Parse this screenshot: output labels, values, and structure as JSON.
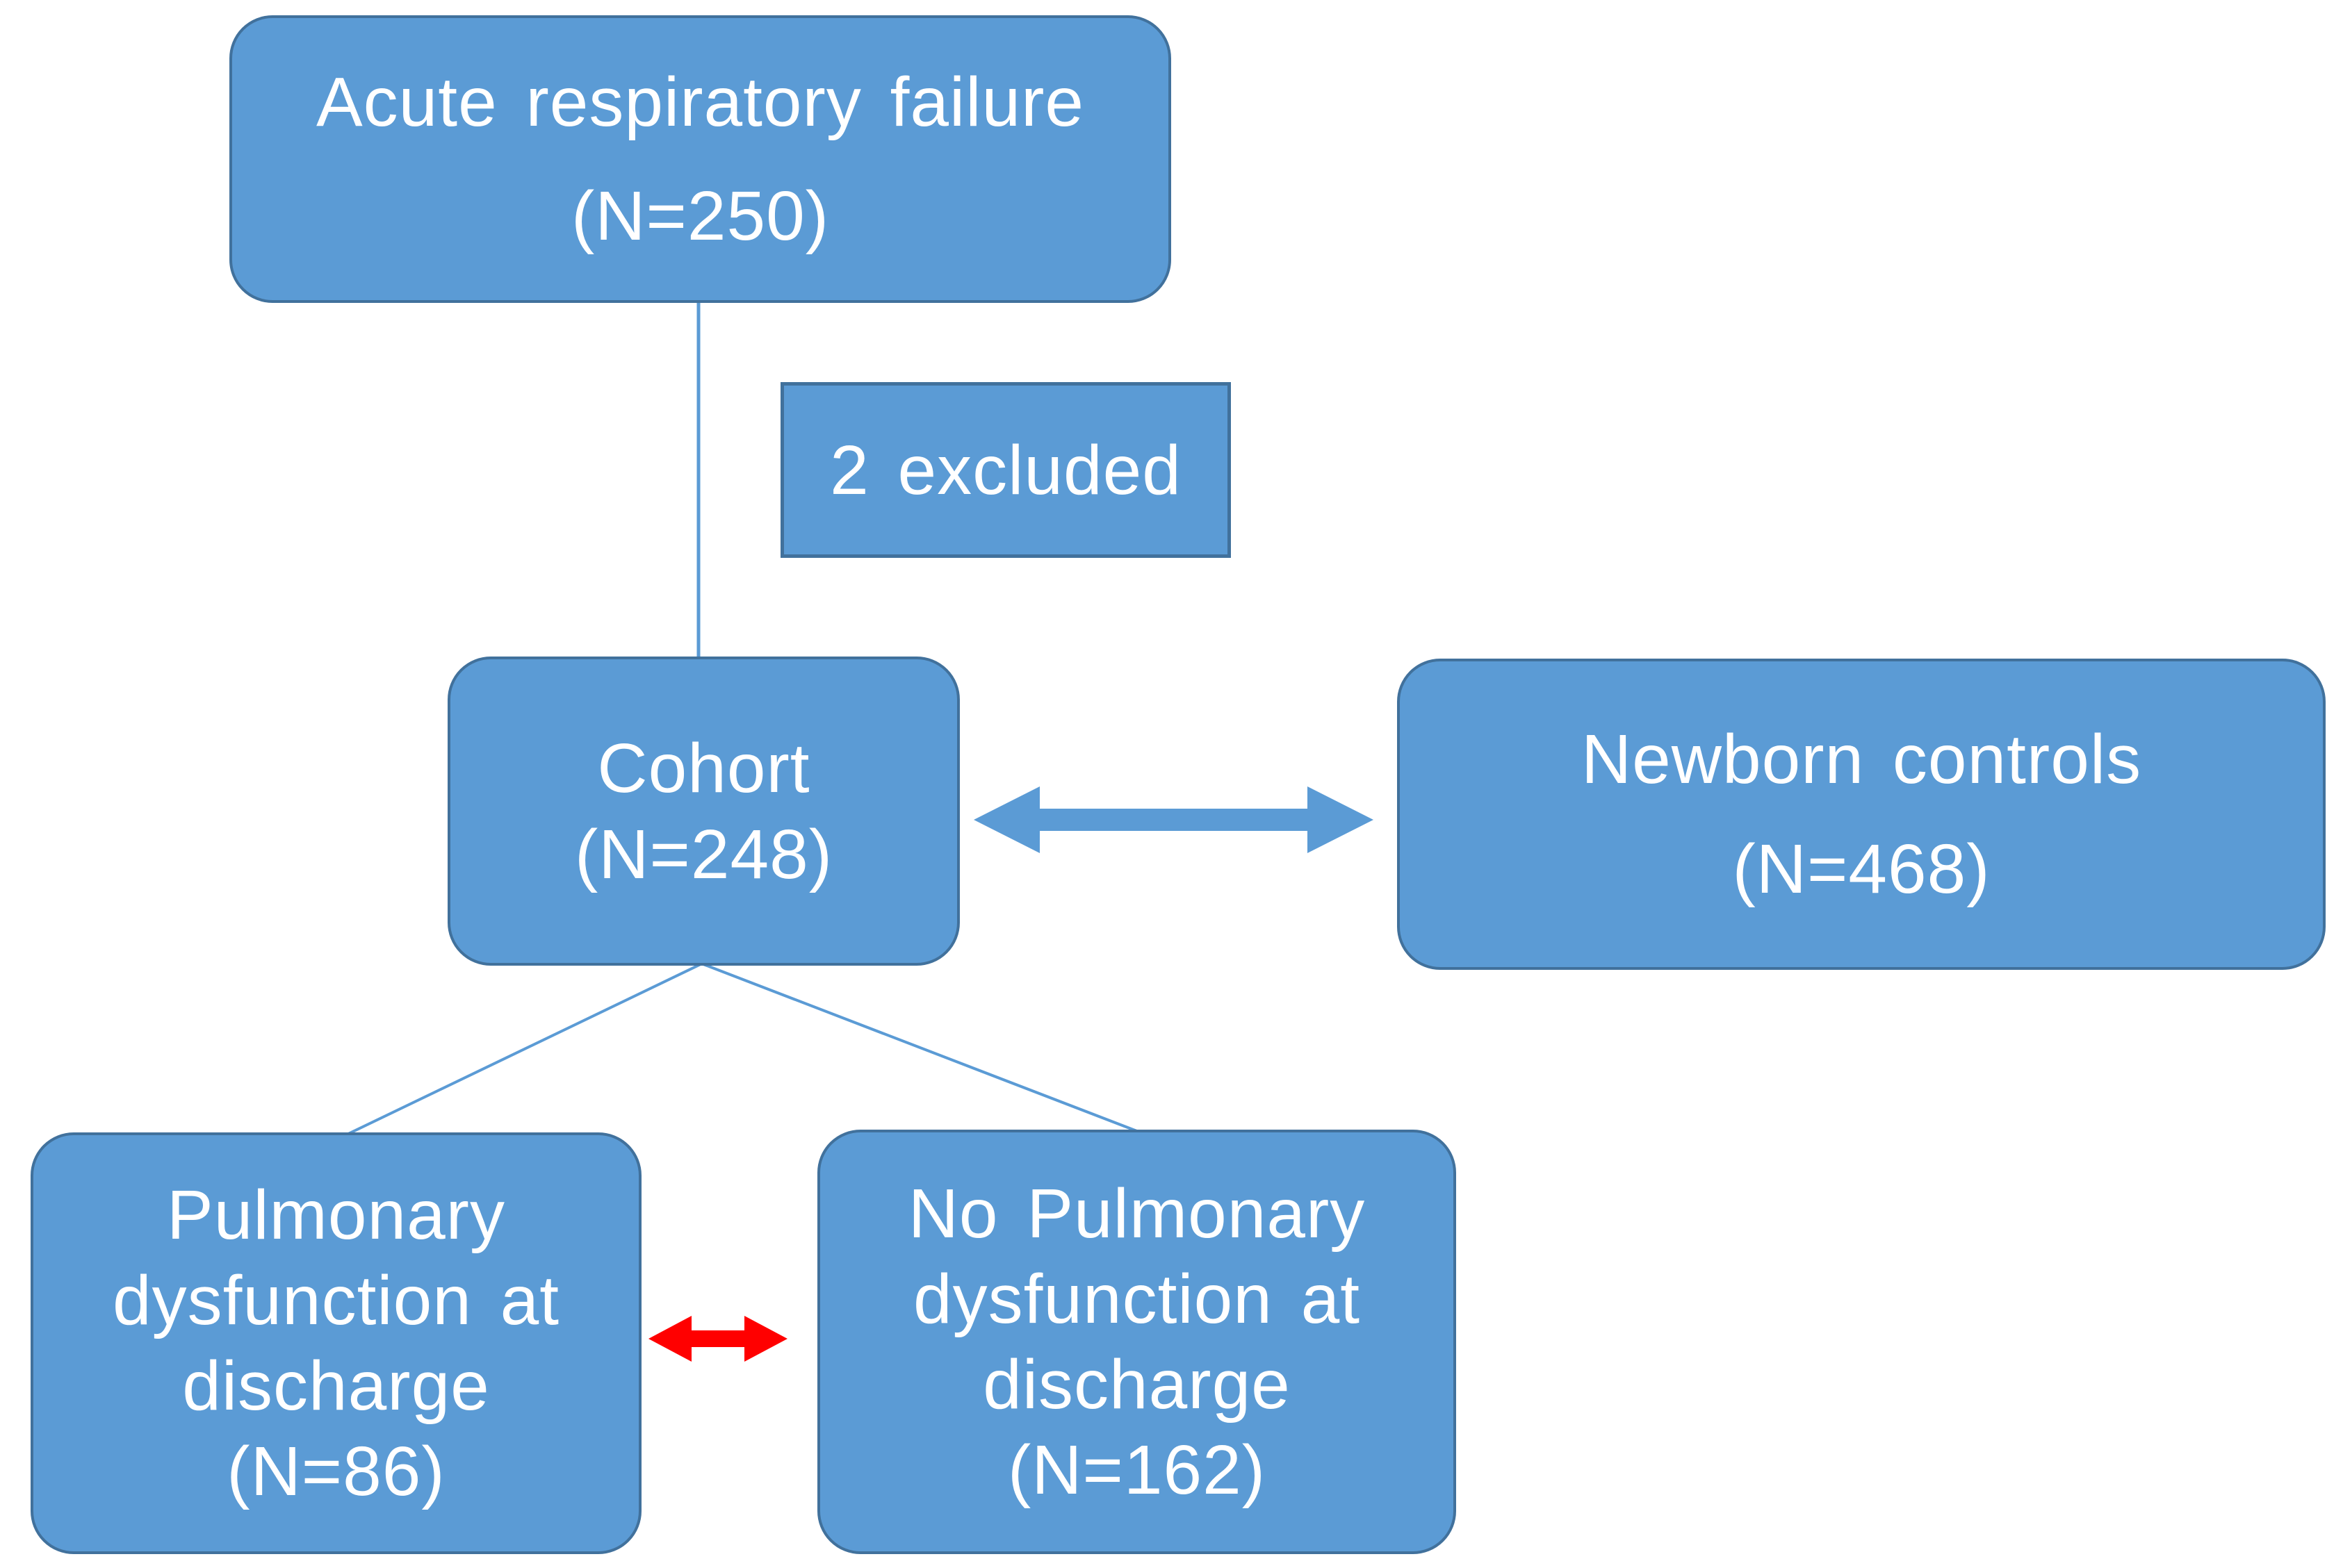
{
  "diagram": {
    "type": "study-flow-diagram",
    "background": "#FFFFFF",
    "colors": {
      "node_fill": "#5B9BD5",
      "node_border": "#41719C",
      "connector_blue": "#5B9BD5",
      "double_arrow_blue": "#5B9BD5",
      "double_arrow_red": "#FF0000",
      "text": "#FFFFFF"
    },
    "nodes": {
      "acute": {
        "lines": [
          "Acute respiratory failure",
          "(N=250)"
        ],
        "n": 250
      },
      "excluded": {
        "lines": [
          "2 excluded"
        ],
        "n": 2
      },
      "cohort": {
        "lines": [
          "Cohort",
          "(N=248)"
        ],
        "n": 248
      },
      "newborn_controls": {
        "lines": [
          "Newborn controls",
          "(N=468)"
        ],
        "n": 468
      },
      "pulmonary_dysfunction": {
        "lines": [
          "Pulmonary",
          "dysfunction at",
          "discharge",
          "(N=86)"
        ],
        "n": 86
      },
      "no_pulmonary_dysfunction": {
        "lines": [
          "No Pulmonary",
          "dysfunction at",
          "discharge",
          "(N=162)"
        ],
        "n": 162
      }
    },
    "edges": [
      {
        "from": "acute",
        "to": "cohort",
        "style": "plain-line",
        "annotation": "2 excluded"
      },
      {
        "from": "cohort",
        "to": "newborn_controls",
        "style": "double-headed-arrow",
        "color": "#5B9BD5"
      },
      {
        "from": "cohort",
        "to": "pulmonary_dysfunction",
        "style": "plain-line"
      },
      {
        "from": "cohort",
        "to": "no_pulmonary_dysfunction",
        "style": "plain-line"
      },
      {
        "from": "pulmonary_dysfunction",
        "to": "no_pulmonary_dysfunction",
        "style": "double-headed-arrow",
        "color": "#FF0000"
      }
    ]
  }
}
